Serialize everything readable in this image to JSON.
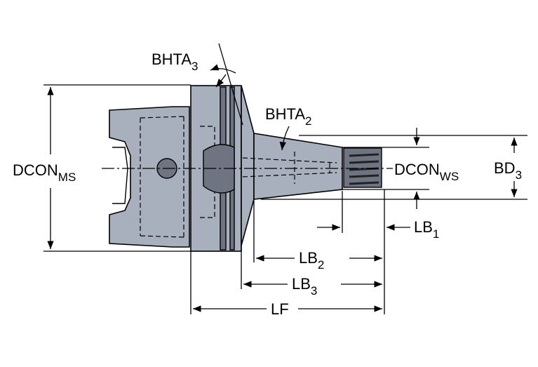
{
  "labels": {
    "bhta3": {
      "main": "BHTA",
      "sub": "3"
    },
    "bhta2": {
      "main": "BHTA",
      "sub": "2"
    },
    "dcon_ms": {
      "main": "DCON",
      "sub": "MS"
    },
    "dcon_ws": {
      "main": "DCON",
      "sub": "WS"
    },
    "bd3": {
      "main": "BD",
      "sub": "3"
    },
    "lb1": {
      "main": "LB",
      "sub": "1"
    },
    "lb2": {
      "main": "LB",
      "sub": "2"
    },
    "lb3": {
      "main": "LB",
      "sub": "3"
    },
    "lf": {
      "main": "LF"
    }
  }
}
